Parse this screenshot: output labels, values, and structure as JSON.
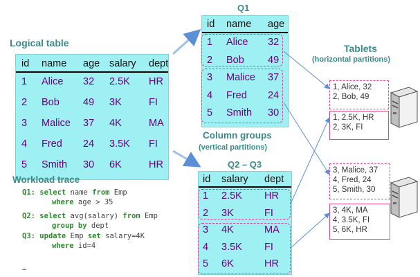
{
  "logical_table": {
    "title": "Logical table",
    "columns": [
      "id",
      "name",
      "age",
      "salary",
      "dept"
    ],
    "rows": [
      [
        "1",
        "Alice",
        "32",
        "2.5K",
        "HR"
      ],
      [
        "2",
        "Bob",
        "49",
        "3K",
        "FI"
      ],
      [
        "3",
        "Malice",
        "37",
        "4K",
        "MA"
      ],
      [
        "4",
        "Fred",
        "24",
        "3.5K",
        "FI"
      ],
      [
        "5",
        "Smith",
        "30",
        "6K",
        "HR"
      ]
    ]
  },
  "q1": {
    "title": "Q1",
    "columns": [
      "id",
      "name",
      "age"
    ],
    "rows": [
      [
        "1",
        "Alice",
        "32"
      ],
      [
        "2",
        "Bob",
        "49"
      ],
      [
        "3",
        "Malice",
        "37"
      ],
      [
        "4",
        "Fred",
        "24"
      ],
      [
        "5",
        "Smith",
        "30"
      ]
    ]
  },
  "column_groups": {
    "title": "Column groups",
    "subtitle": "(vertical partitions)"
  },
  "q2q3": {
    "title": "Q2 – Q3",
    "columns": [
      "id",
      "salary",
      "dept"
    ],
    "rows": [
      [
        "1",
        "2.5K",
        "HR"
      ],
      [
        "2",
        "3K",
        "FI"
      ],
      [
        "3",
        "4K",
        "MA"
      ],
      [
        "4",
        "3.5K",
        "FI"
      ],
      [
        "5",
        "6K",
        "HR"
      ]
    ]
  },
  "tablets": {
    "title": "Tablets",
    "subtitle": "(horizontal partitions)",
    "server1_top": [
      "1, Alice, 32",
      "2, Bob, 49"
    ],
    "server1_bottom": [
      "1, 2.5K, HR",
      "2, 3K, FI"
    ],
    "server2_top": [
      "3, Malice, 37",
      "4, Fred, 24",
      "5, Smith, 30"
    ],
    "server2_bottom": [
      "3, 4K, MA",
      "4, 3.5K, FI",
      "5, 6K, HR"
    ]
  },
  "workload": {
    "title": "Workload trace",
    "q1_label": "Q1:",
    "q1_kw1": "select",
    "q1_t1": " name ",
    "q1_kw2": "from",
    "q1_t2": " Emp",
    "q1_kw3": "where",
    "q1_t3": " age > 35",
    "q2_label": "Q2:",
    "q2_kw1": "select",
    "q2_t1": " avg(salary) ",
    "q2_kw2": "from",
    "q2_t2": " Emp",
    "q2_kw3": "group by",
    "q2_t3": " dept",
    "q3_label": "Q3:",
    "q3_kw1": "update",
    "q3_t1": " Emp ",
    "q3_kw2": "set",
    "q3_t2": " salary=4K",
    "q3_kw3": "where",
    "q3_t3": " id=4",
    "ellipsis": "…"
  },
  "colors": {
    "table_bg": "#9ff0f2",
    "cell_text": "#6a0080",
    "heading": "#3a8a8a",
    "dashed_border": "#e0408c",
    "trace_text": "#2e8b2e",
    "arrow": "#5b8fd6"
  }
}
